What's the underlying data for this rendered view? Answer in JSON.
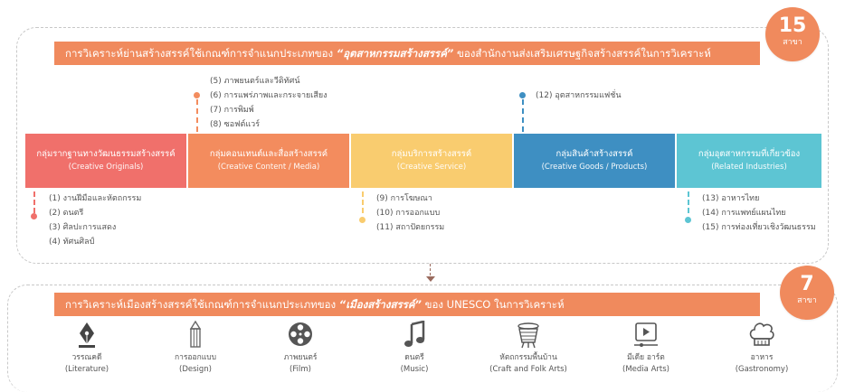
{
  "top": {
    "badge_number": "15",
    "badge_unit": "สาขา",
    "banner": {
      "prefix": "การวิเคราะห์ย่านสร้างสรรค์ใช้เกณฑ์การจำแนกประเภทของ",
      "emphasis": "“อุตสาหกรรมสร้างสรรค์”",
      "suffix": "ของสำนักงานส่งเสริมเศรษฐกิจสร้างสรรค์ในการวิเคราะห์"
    },
    "groups": [
      {
        "label_th": "กลุ่มรากฐานทางวัฒนธรรมสร้างสรรค์",
        "label_en": "(Creative Originals)",
        "color": "#f0706b",
        "items": [
          "(1) งานฝีมือและหัตถกรรม",
          "(2) ดนตรี",
          "(3) ศิลปะการแสดง",
          "(4) ทัศนศิลป์"
        ],
        "items_position": "below"
      },
      {
        "label_th": "กลุ่มคอนเทนต์และสื่อสร้างสรรค์",
        "label_en": "(Creative Content / Media)",
        "color": "#f38c5e",
        "items": [
          "(5) ภาพยนตร์และวีดิทัศน์",
          "(6) การแพร่ภาพและกระจายเสียง",
          "(7) การพิมพ์",
          "(8) ซอฟต์แวร์"
        ],
        "items_position": "above"
      },
      {
        "label_th": "กลุ่มบริการสร้างสรรค์",
        "label_en": "(Creative Service)",
        "color": "#f9cc6f",
        "items": [
          "(9) การโฆษณา",
          "(10) การออกแบบ",
          "(11) สถาปัตยกรรม"
        ],
        "items_position": "below"
      },
      {
        "label_th": "กลุ่มสินค้าสร้างสรรค์",
        "label_en": "(Creative Goods / Products)",
        "color": "#3e8fc2",
        "items": [
          "(12) อุตสาหกรรมแฟชั่น"
        ],
        "items_position": "above"
      },
      {
        "label_th": "กลุ่มอุตสาหกรรมที่เกี่ยวข้อง",
        "label_en": "(Related Industries)",
        "color": "#5dc5d3",
        "items": [
          "(13) อาหารไทย",
          "(14) การแพทย์แผนไทย",
          "(15) การท่องเที่ยวเชิงวัฒนธรรม"
        ],
        "items_position": "below"
      }
    ]
  },
  "bottom": {
    "badge_number": "7",
    "badge_unit": "สาขา",
    "banner": {
      "prefix": "การวิเคราะห์เมืองสร้างสรรค์ใช้เกณฑ์การจำแนกประเภทของ",
      "emphasis": "“เมืองสร้างสรรค์”",
      "suffix": "ของ UNESCO ในการวิเคราะห์"
    },
    "categories": [
      {
        "label_th": "วรรณคดี",
        "label_en": "(Literature)",
        "icon": "pen-nib-icon"
      },
      {
        "label_th": "การออกแบบ",
        "label_en": "(Design)",
        "icon": "pencil-icon"
      },
      {
        "label_th": "ภาพยนตร์",
        "label_en": "(Film)",
        "icon": "film-reel-icon"
      },
      {
        "label_th": "ดนตรี",
        "label_en": "(Music)",
        "icon": "music-note-icon"
      },
      {
        "label_th": "หัตถกรรมพื้นบ้าน",
        "label_en": "(Craft and Folk Arts)",
        "icon": "basket-icon"
      },
      {
        "label_th": "มีเดีย อาร์ต",
        "label_en": "(Media Arts)",
        "icon": "media-play-icon"
      },
      {
        "label_th": "อาหาร",
        "label_en": "(Gastronomy)",
        "icon": "chef-hat-icon"
      }
    ]
  }
}
